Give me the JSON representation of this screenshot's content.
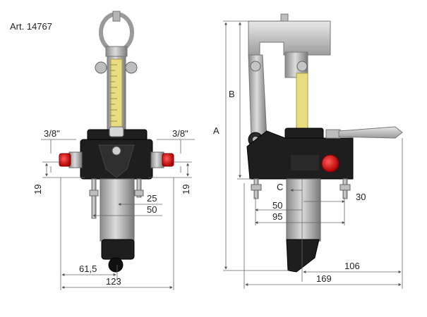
{
  "article_label": "Art. 14767",
  "dims": {
    "thread_left": "3/8\"",
    "thread_right": "3/8\"",
    "h19_left": "19",
    "h19_right": "19",
    "d25": "25",
    "d50_front": "50",
    "d61_5": "61,5",
    "d123": "123",
    "A": "A",
    "B": "B",
    "C": "C",
    "d30": "30",
    "d50_side": "50",
    "d95": "95",
    "d106": "106",
    "d169": "169"
  },
  "colors": {
    "body": "#1e1e1e",
    "port_red": "#e01818",
    "scale_yellow": "#e8dc80",
    "metal": "#c9c9c9",
    "dim_line": "#666666"
  }
}
